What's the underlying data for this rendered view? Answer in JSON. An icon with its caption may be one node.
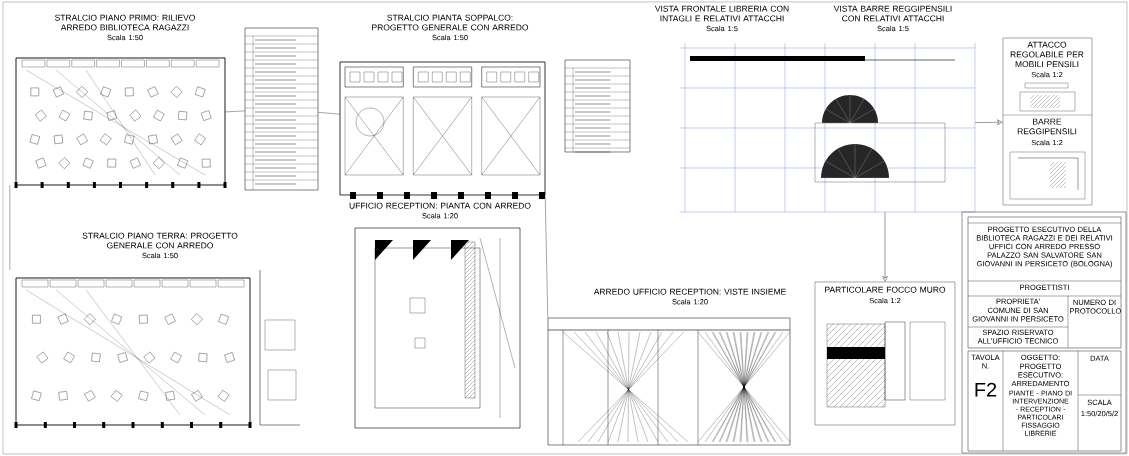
{
  "diagram": {
    "nodes": [
      {
        "text": [
          "STRALCIO PIANO PRIMO: RILIEVO ARREDO BIBLIOTECA RAGAZZI",
          "Scala 1:50"
        ]
      },
      {
        "text": [],
        "shape": "picture"
      },
      {
        "text": [],
        "shape": "box"
      },
      {
        "text": [
          "STRALCIO PIANTA SOPPALCO: PROGETTO GENERALE CON ARREDO",
          "Scala 1:50"
        ]
      },
      {
        "text": [],
        "shape": "picture"
      },
      {
        "text": [],
        "shape": "box"
      },
      {
        "text": [
          "VISTA FRONTALE LIBRERIA CON INTAGLI E RELATIVI ATTACCHI",
          "Scala 1:5"
        ]
      },
      {
        "text": [
          "VISTA BARRE REGGIPENSILI CON RELATIVI ATTACCHI",
          "Scala 1:5"
        ]
      },
      {
        "text": [],
        "shape": "picture"
      },
      {
        "text": [
          "ATTACCO REGOLABILE PER MOBILI PENSILI",
          "Scala 1:2",
          "BARRE REGGIPENSILI",
          "Scala 1:2"
        ]
      },
      {
        "text": [
          "STRALCIO PIANO TERRA: PROGETTO GENERALE CON ARREDO",
          "Scala 1:50"
        ]
      },
      {
        "text": [],
        "shape": "picture"
      },
      {
        "text": [
          "UFFICIO RECEPTION: PIANTA CON ARREDO",
          "Scala 1:20"
        ]
      },
      {
        "text": [],
        "shape": "picture"
      },
      {
        "text": [
          "ARREDO UFFICIO RECEPTION: VISTE INSIEME",
          "Scala 1:20"
        ]
      },
      {
        "text": [],
        "shape": "picture"
      },
      {
        "text": [
          "PARTICOLARE FOCCO MURO",
          "Scala 1:2"
        ]
      }
    ],
    "edges": [
      {
        "from": 2,
        "to": 1,
        "arrow": "none"
      },
      {
        "from": 2,
        "to": 4,
        "arrow": "none"
      },
      {
        "from": 1,
        "to": 11,
        "arrow": "none"
      },
      {
        "from": 4,
        "to": 15,
        "arrow": "none"
      },
      {
        "from": 8,
        "to": 9,
        "arrow": "to"
      },
      {
        "from": 8,
        "to": 16,
        "arrow": "to"
      }
    ],
    "labels": [
      "PROGETTO ESECUTIVO DELLA BIBLIOTECA RAGAZZI E DEI RELATIVI UFFICI CON ARREDO PRESSO PALAZZO SAN SALVATORE SAN GIOVANNI IN PERSICETO (BOLOGNA)",
      "PROGETTISTI",
      "PROPRIETA'",
      "COMUNE DI SAN GIOVANNI IN PERSICETO",
      "NUMERO DI PROTOCOLLO",
      "SPAZIO RISERVATO ALL'UFFICIO TECNICO",
      "TAVOLA N.",
      "F2",
      "OGGETTO:",
      "PROGETTO ESECUTIVO: ARREDAMENTO",
      "PIANTE - PIANO DI INTERVENZIONE - RECEPTION - PARTICOLARI FISSAGGIO LIBRERIE",
      "DATA",
      "SCALA",
      "1:50/20/5/2"
    ]
  }
}
